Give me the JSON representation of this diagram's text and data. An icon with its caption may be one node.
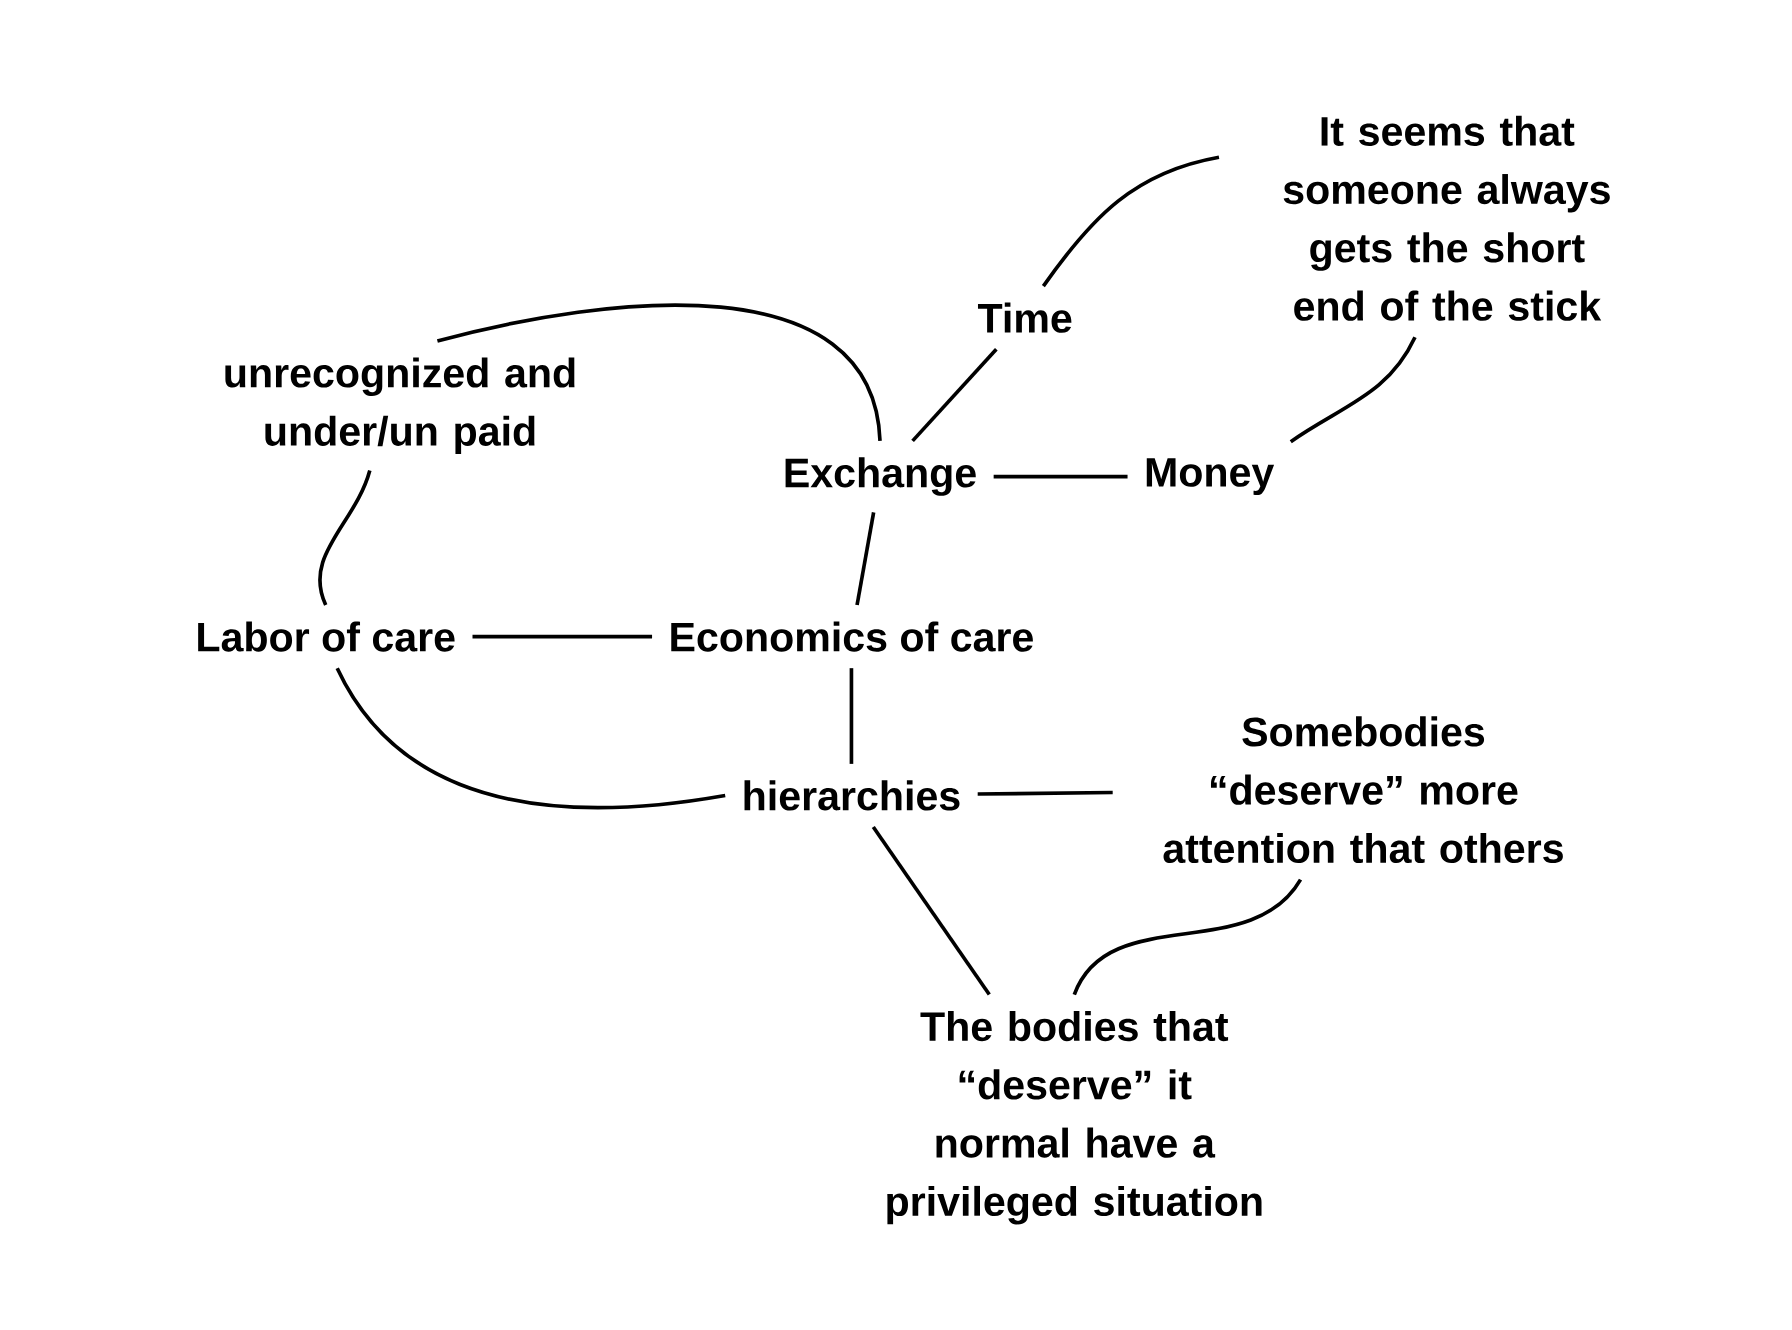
{
  "diagram": {
    "nodes": [
      {
        "text": [
          "It seems that someone always gets the short end of the stick"
        ]
      },
      {
        "text": [
          "Time"
        ]
      },
      {
        "text": [
          "unrecognized and under/un paid"
        ]
      },
      {
        "text": [
          "Exchange"
        ]
      },
      {
        "text": [
          "Money"
        ]
      },
      {
        "text": [
          "Labor of care"
        ]
      },
      {
        "text": [
          "Economics of care"
        ]
      },
      {
        "text": [
          "Somebodies “deserve” more attention that others"
        ]
      },
      {
        "text": [
          "hierarchies"
        ]
      },
      {
        "text": [
          "The bodies that “deserve” it normal have a privileged situation"
        ]
      }
    ],
    "edges": [
      {
        "from": 1,
        "to": 0,
        "arrow": "none"
      },
      {
        "from": 1,
        "to": 3,
        "arrow": "none"
      },
      {
        "from": 3,
        "to": 4,
        "arrow": "none"
      },
      {
        "from": 4,
        "to": 0,
        "arrow": "none"
      },
      {
        "from": 3,
        "to": 2,
        "arrow": "none"
      },
      {
        "from": 3,
        "to": 6,
        "arrow": "none"
      },
      {
        "from": 2,
        "to": 5,
        "arrow": "none"
      },
      {
        "from": 5,
        "to": 6,
        "arrow": "none"
      },
      {
        "from": 6,
        "to": 8,
        "arrow": "none"
      },
      {
        "from": 5,
        "to": 8,
        "arrow": "none"
      },
      {
        "from": 8,
        "to": 7,
        "arrow": "none"
      },
      {
        "from": 8,
        "to": 9,
        "arrow": "none"
      },
      {
        "from": 7,
        "to": 9,
        "arrow": "none"
      }
    ]
  }
}
